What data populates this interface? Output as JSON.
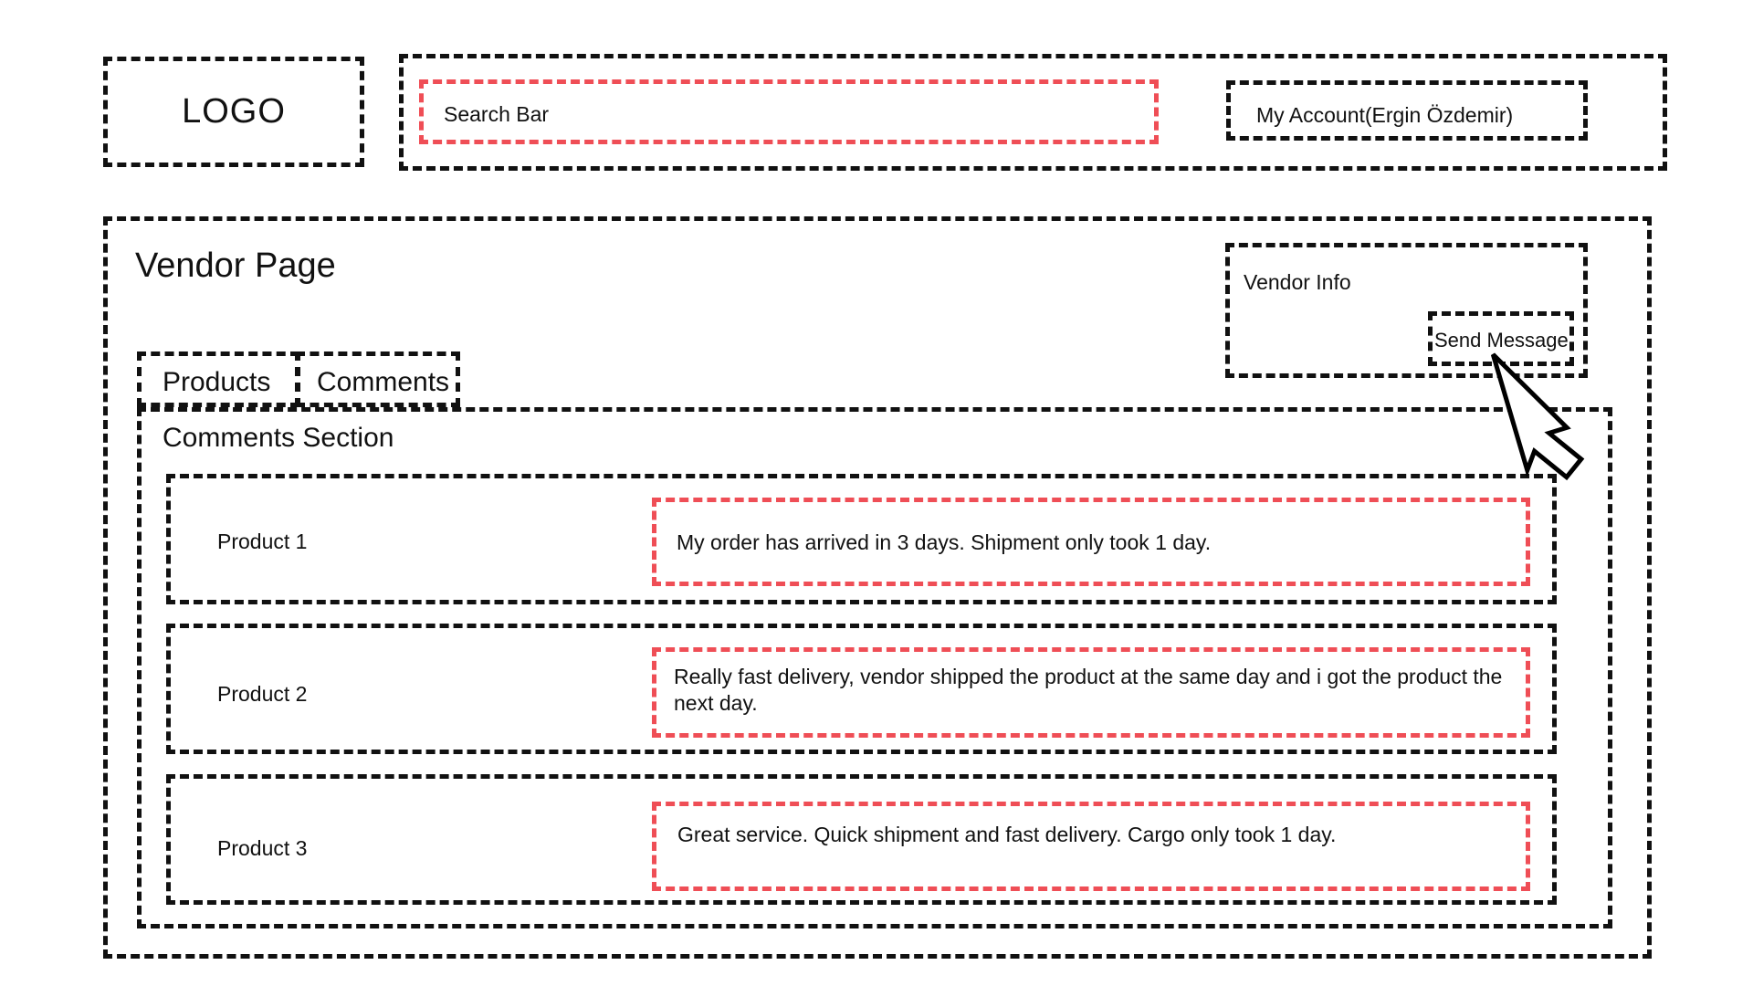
{
  "header": {
    "logo_label": "LOGO",
    "search_label": "Search Bar",
    "account_label": "My Account(Ergin Özdemir)"
  },
  "vendor": {
    "title": "Vendor Page",
    "info_label": "Vendor Info",
    "send_message_label": "Send Message"
  },
  "tabs": [
    {
      "label": "Products"
    },
    {
      "label": "Comments"
    }
  ],
  "comments_section": {
    "title": "Comments Section",
    "items": [
      {
        "product": "Product 1",
        "comment": "My order has arrived in 3 days. Shipment only took 1 day."
      },
      {
        "product": "Product 2",
        "comment": "Really fast delivery, vendor shipped the product at the same day and i got the product the next day."
      },
      {
        "product": "Product 3",
        "comment": "Great service. Quick shipment and fast delivery. Cargo only took 1 day."
      }
    ]
  },
  "colors": {
    "outline": "#111111",
    "highlight": "#ef4e56"
  },
  "icons": {
    "cursor": "mouse-pointer-icon"
  }
}
